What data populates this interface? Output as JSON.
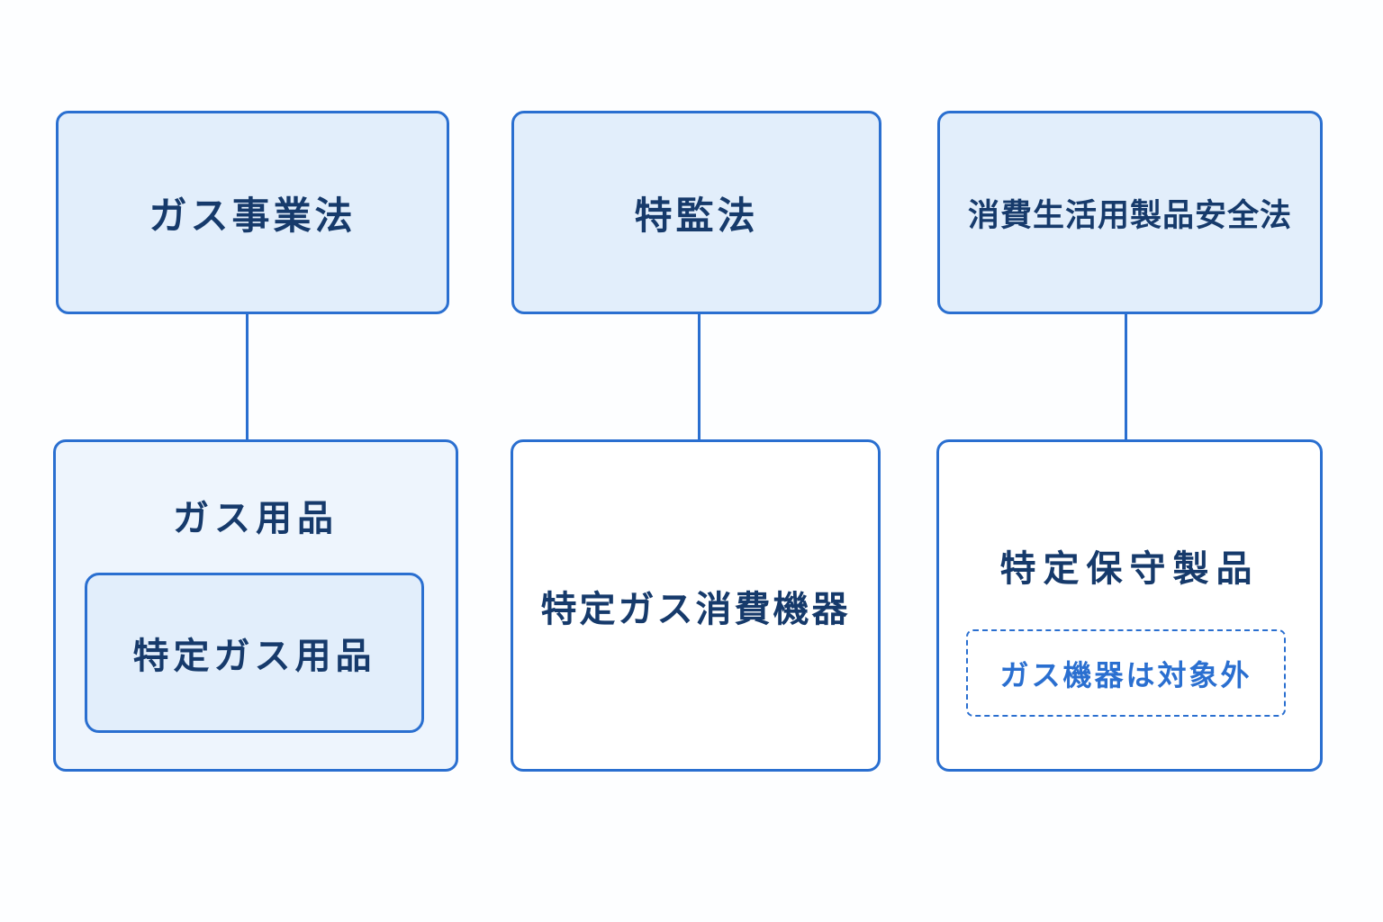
{
  "laws": [
    {
      "label": "ガス事業法"
    },
    {
      "label": "特監法"
    },
    {
      "label": "消費生活用製品安全法"
    }
  ],
  "products": {
    "gas": {
      "label": "ガス用品",
      "inner_label": "特定ガス用品"
    },
    "tokkan": {
      "label": "特定ガス消費機器"
    },
    "shohin": {
      "label": "特定保守製品",
      "note": "ガス機器は対象外"
    }
  },
  "colors": {
    "accent": "#2a6fd0",
    "text": "#163a6b",
    "fill": "#e2eefb",
    "fill_light": "#eef5fd"
  }
}
